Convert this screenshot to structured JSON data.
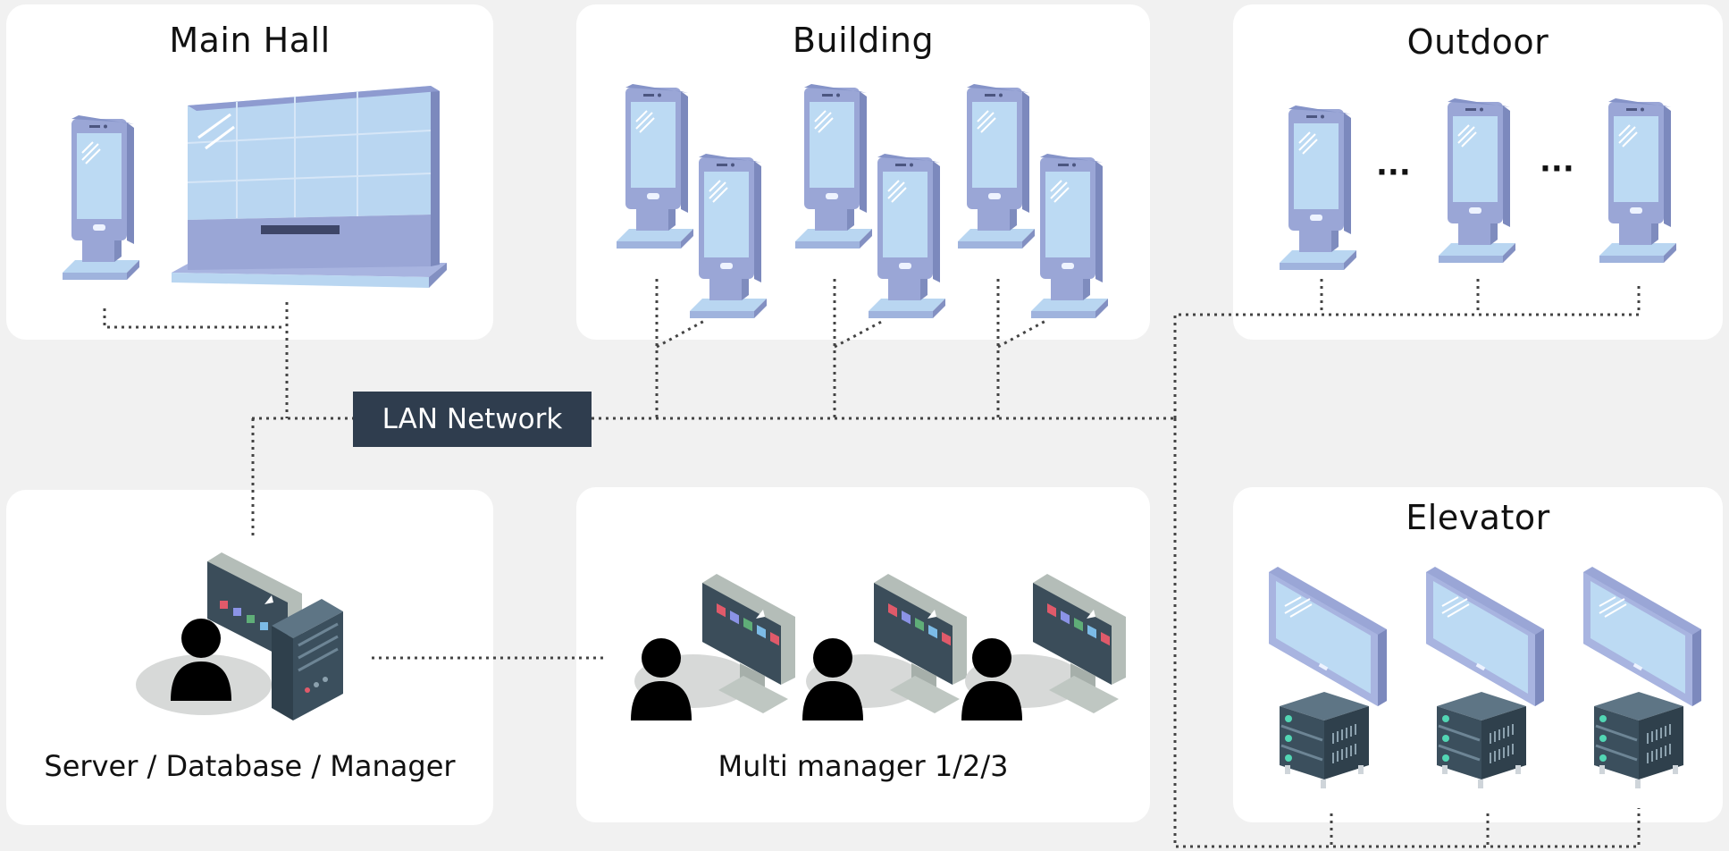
{
  "network": {
    "label": "LAN Network"
  },
  "zones": {
    "main_hall": {
      "title": "Main Hall"
    },
    "building": {
      "title": "Building"
    },
    "outdoor": {
      "title": "Outdoor",
      "ellipsis": "···"
    },
    "elevator": {
      "title": "Elevator"
    },
    "server": {
      "caption": "Server / Database / Manager"
    },
    "multi": {
      "caption": "Multi manager 1/2/3"
    }
  },
  "colors": {
    "background": "#f1f1f1",
    "panel": "#ffffff",
    "badge": "#2f3d4e",
    "device_frame": "#8e9bd0",
    "device_screen": "#b9d6f1",
    "server_body": "#3b4f5d",
    "link_line": "#444444"
  },
  "icons": {
    "kiosk": "kiosk-icon",
    "video_wall": "video-wall-icon",
    "monitor": "monitor-icon",
    "media_player": "media-player-icon",
    "workstation": "workstation-icon",
    "user": "user-icon"
  }
}
